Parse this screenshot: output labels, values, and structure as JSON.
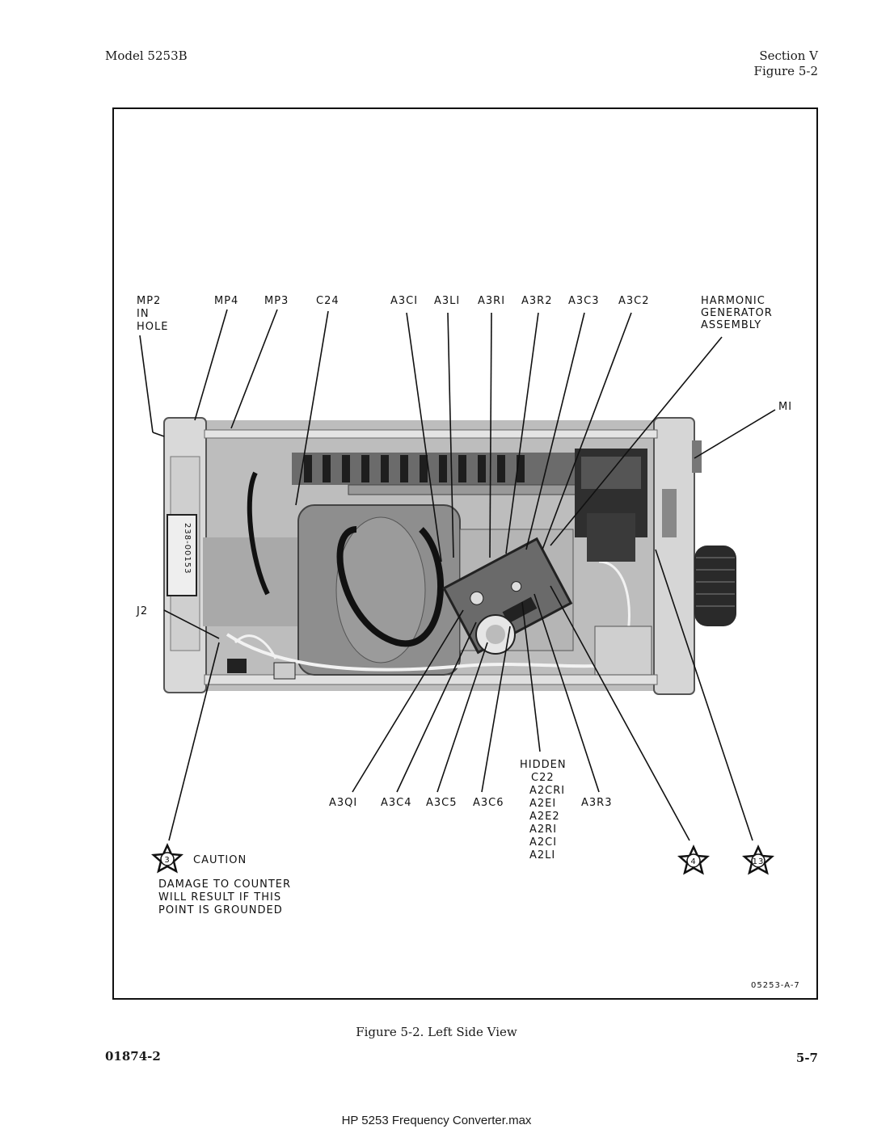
{
  "header": {
    "model": "Model 5253B",
    "section": "Section V",
    "figure_ref": "Figure 5-2"
  },
  "figure": {
    "top_labels": [
      "MP4",
      "MP3",
      "C24",
      "A3CI",
      "A3LI",
      "A3RI",
      "A3R2",
      "A3C3",
      "A3C2"
    ],
    "mp2_lines": [
      "MP2",
      "IN",
      "HOLE"
    ],
    "harmonic_lines": [
      "HARMONIC",
      "GENERATOR",
      "ASSEMBLY"
    ],
    "m1": "MI",
    "j2": "J2",
    "bottom_labels": [
      "A3QI",
      "A3C4",
      "A3C5",
      "A3C6",
      "A3R3"
    ],
    "hidden_lines": [
      "HIDDEN",
      "C22",
      "A2CRI",
      "A2EI",
      "A2E2",
      "A2RI",
      "A2CI",
      "A2LI"
    ],
    "caution_num": "3",
    "caution_title": "CAUTION",
    "caution_lines": [
      "DAMAGE TO COUNTER",
      "WILL RESULT IF THIS",
      "POINT IS GROUNDED"
    ],
    "star4": "4",
    "star13": "13",
    "drawing_no": "05253-A-7",
    "nameplate": [
      "238-00153"
    ]
  },
  "caption": "Figure 5-2.   Left Side View",
  "footer": {
    "doc_no": "01874-2",
    "page": "5-7",
    "file": "HP 5253 Frequency Converter.max"
  }
}
